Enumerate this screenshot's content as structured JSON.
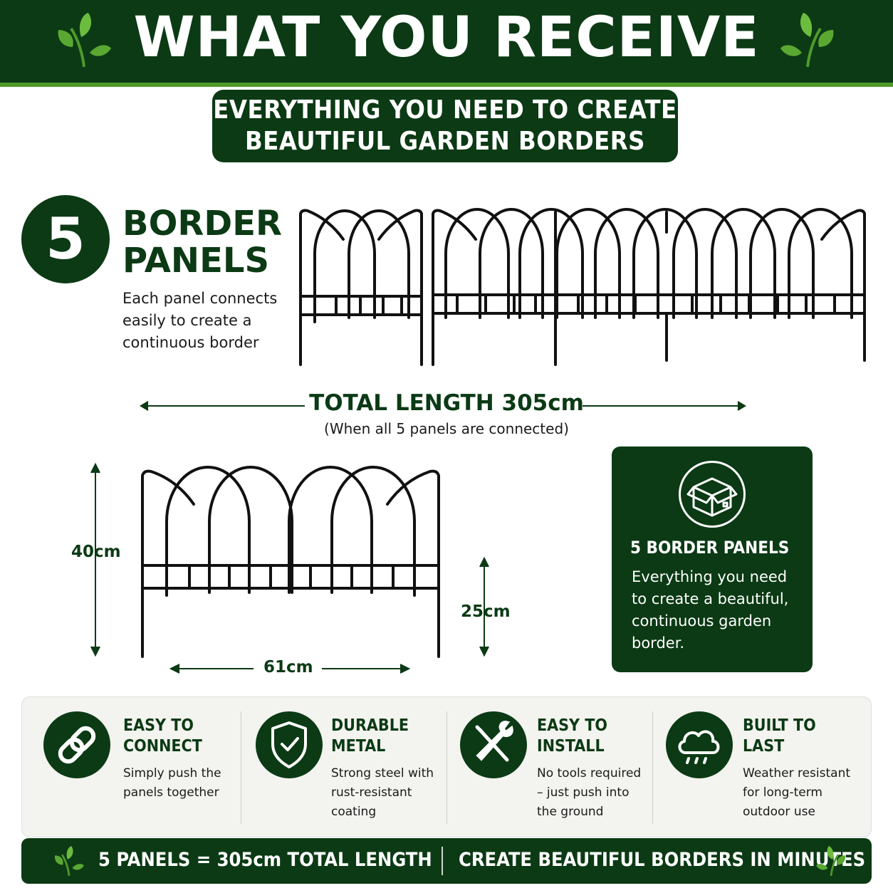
{
  "header": {
    "title": "WHAT YOU RECEIVE"
  },
  "subtitle": {
    "line1": "EVERYTHING YOU NEED TO CREATE",
    "line2": "BEAUTIFUL GARDEN BORDERS"
  },
  "panels_section": {
    "number": "5",
    "heading_line1": "BORDER",
    "heading_line2": "PANELS",
    "desc_line1": "Each panel connects",
    "desc_line2": "easily to create a",
    "desc_line3": "continuous border"
  },
  "total": {
    "label": "TOTAL LENGTH 305cm",
    "sub": "(When all 5 panels are connected)"
  },
  "dimensions": {
    "height_total": "40cm",
    "height_above": "25cm",
    "width": "61cm"
  },
  "card": {
    "title": "5 BORDER PANELS",
    "body_line1": "Everything you need",
    "body_line2": "to create a beautiful,",
    "body_line3": "continuous garden",
    "body_line4": "border."
  },
  "features": [
    {
      "icon": "link-icon",
      "title1": "EASY TO",
      "title2": "CONNECT",
      "desc": [
        "Simply push the",
        "panels together"
      ]
    },
    {
      "icon": "shield-check-icon",
      "title1": "DURABLE",
      "title2": "METAL",
      "desc": [
        "Strong steel with",
        "rust-resistant",
        "coating"
      ]
    },
    {
      "icon": "tools-icon",
      "title1": "EASY TO",
      "title2": "INSTALL",
      "desc": [
        "No tools required",
        "– just push into",
        "the ground"
      ]
    },
    {
      "icon": "cloud-rain-icon",
      "title1": "BUILT TO",
      "title2": "LAST",
      "desc": [
        "Weather resistant",
        "for long-term",
        "outdoor use"
      ]
    }
  ],
  "footer": {
    "left": "5 PANELS = 305cm TOTAL LENGTH",
    "right": "CREATE BEAUTIFUL BORDERS IN MINUTES"
  },
  "colors": {
    "dark_green": "#0b3a14",
    "accent_green": "#4f9a2b",
    "leaf_green": "#4f9a2b"
  }
}
